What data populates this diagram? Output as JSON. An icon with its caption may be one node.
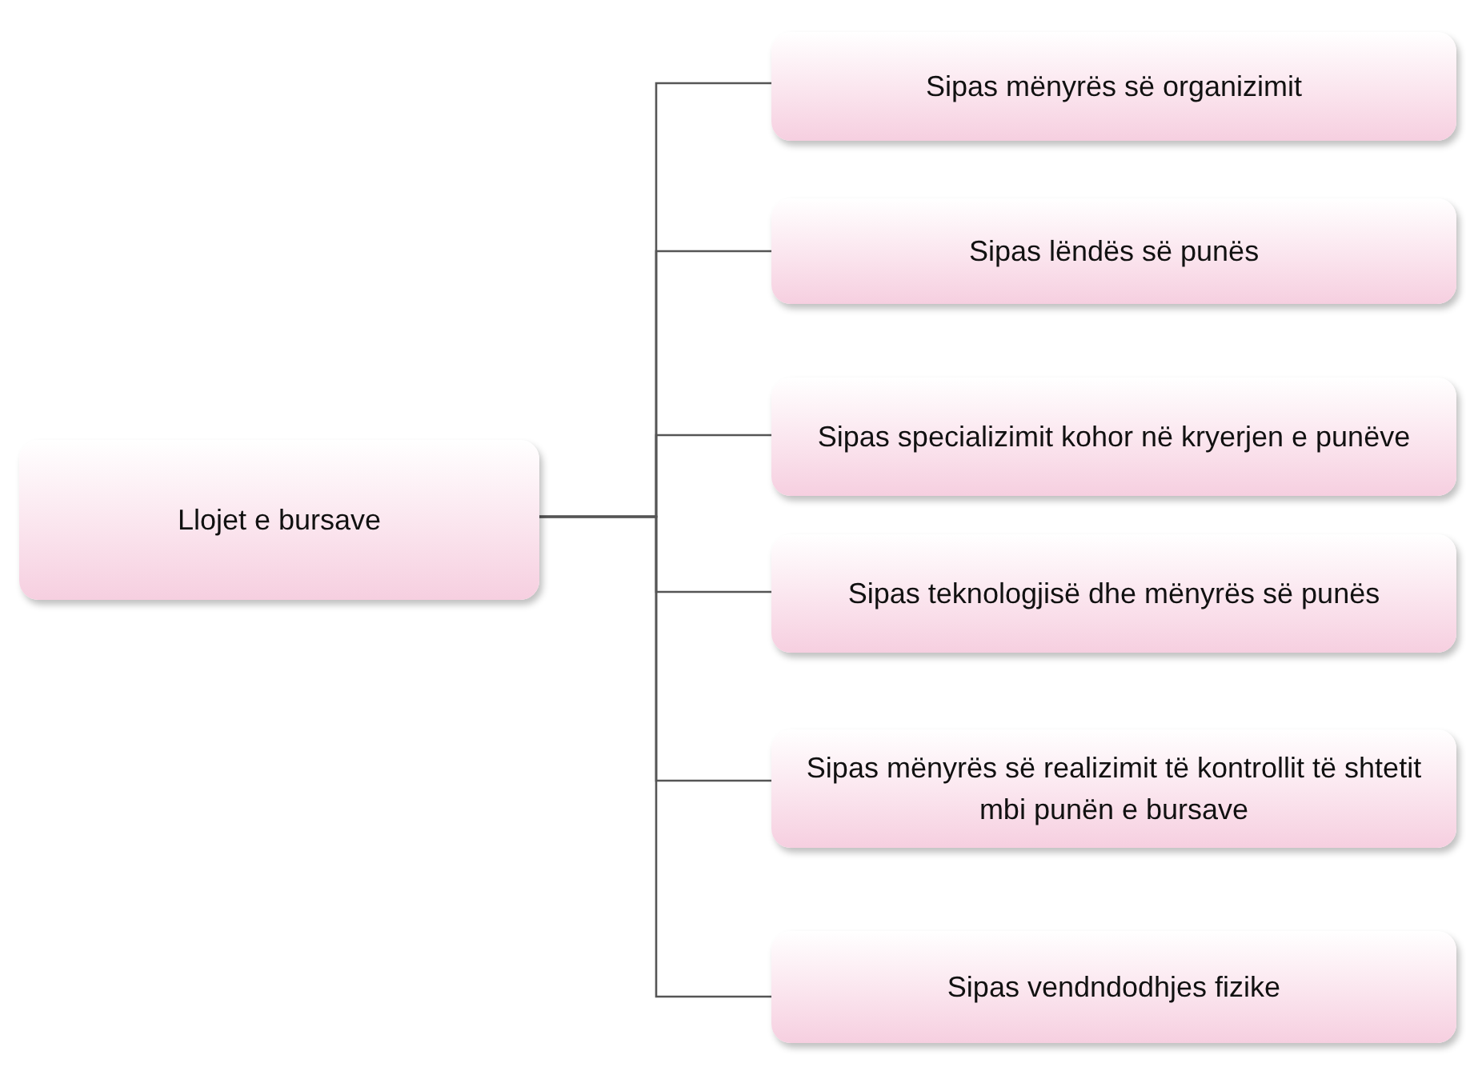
{
  "diagram": {
    "nodes": [
      {
        "text": [
          "Llojet e bursave"
        ]
      },
      {
        "text": [
          "Sipas mënyrës së organizimit"
        ]
      },
      {
        "text": [
          "Sipas lëndës së punës"
        ]
      },
      {
        "text": [
          "Sipas specializimit kohor në kryerjen e punëve"
        ]
      },
      {
        "text": [
          "Sipas teknologjisë dhe mënyrës së punës"
        ]
      },
      {
        "text": [
          "Sipas mënyrës së realizimit të kontrollit të shtetit mbi punën e bursave"
        ]
      },
      {
        "text": [
          "Sipas vendndodhjes fizike"
        ]
      }
    ],
    "edges": [
      {
        "from": 0,
        "to": 1,
        "arrow": "none"
      },
      {
        "from": 0,
        "to": 2,
        "arrow": "none"
      },
      {
        "from": 0,
        "to": 3,
        "arrow": "none"
      },
      {
        "from": 0,
        "to": 4,
        "arrow": "none"
      },
      {
        "from": 0,
        "to": 5,
        "arrow": "none"
      },
      {
        "from": 0,
        "to": 6,
        "arrow": "none"
      }
    ]
  }
}
